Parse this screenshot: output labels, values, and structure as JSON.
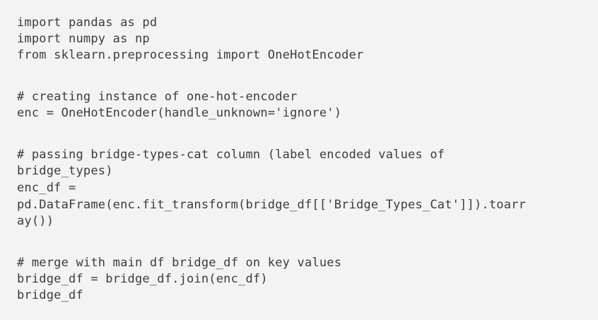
{
  "code": {
    "lines": [
      "import pandas as pd",
      "import numpy as np",
      "from sklearn.preprocessing import OneHotEncoder",
      "# creating instance of one-hot-encoder",
      "enc = OneHotEncoder(handle_unknown='ignore')",
      "# passing bridge-types-cat column (label encoded values of",
      "bridge_types)",
      "enc_df =",
      "pd.DataFrame(enc.fit_transform(bridge_df[['Bridge_Types_Cat']]).toarr",
      "ay())",
      "# merge with main df bridge_df on key values",
      "bridge_df = bridge_df.join(enc_df)",
      "bridge_df"
    ]
  }
}
